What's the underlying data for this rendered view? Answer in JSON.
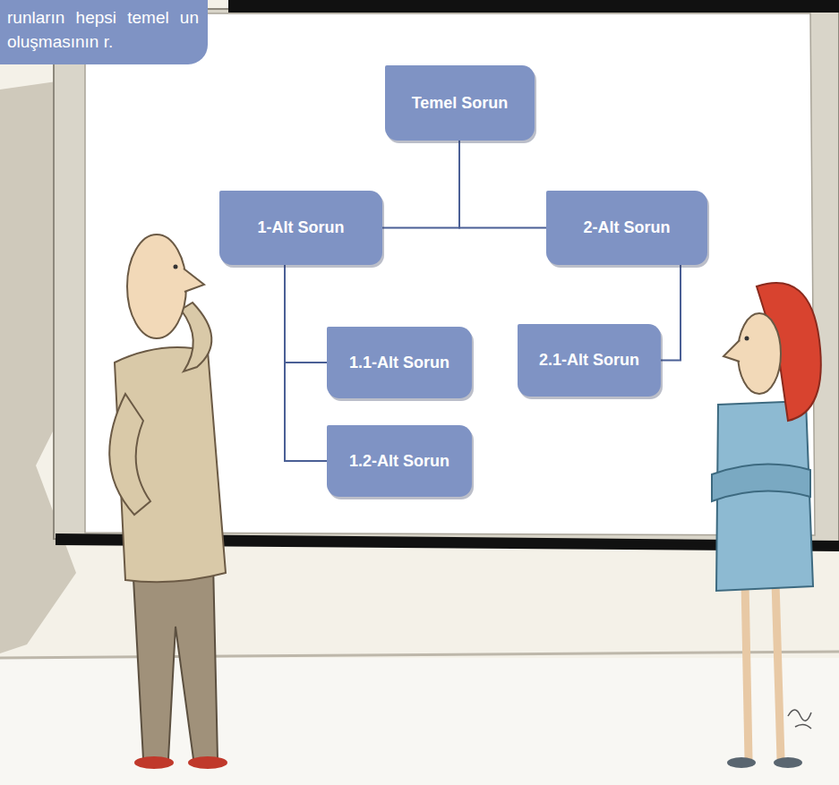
{
  "diagram": {
    "nodes": [
      {
        "text": [
          "runların hepsi temel un oluşmasının r."
        ]
      },
      {
        "text": [
          "Temel Sorun"
        ]
      },
      {
        "text": [
          "1-Alt Sorun"
        ]
      },
      {
        "text": [
          "2-Alt Sorun"
        ]
      },
      {
        "text": [
          "1.1-Alt Sorun"
        ]
      },
      {
        "text": [
          "2.1-Alt Sorun"
        ]
      },
      {
        "text": [
          "1.2-Alt Sorun"
        ]
      }
    ],
    "edges": [
      {
        "from": 1,
        "to": 2,
        "arrow": "none"
      },
      {
        "from": 1,
        "to": 3,
        "arrow": "none"
      },
      {
        "from": 2,
        "to": 4,
        "arrow": "none"
      },
      {
        "from": 2,
        "to": 6,
        "arrow": "none"
      },
      {
        "from": 3,
        "to": 5,
        "arrow": "none"
      }
    ]
  }
}
